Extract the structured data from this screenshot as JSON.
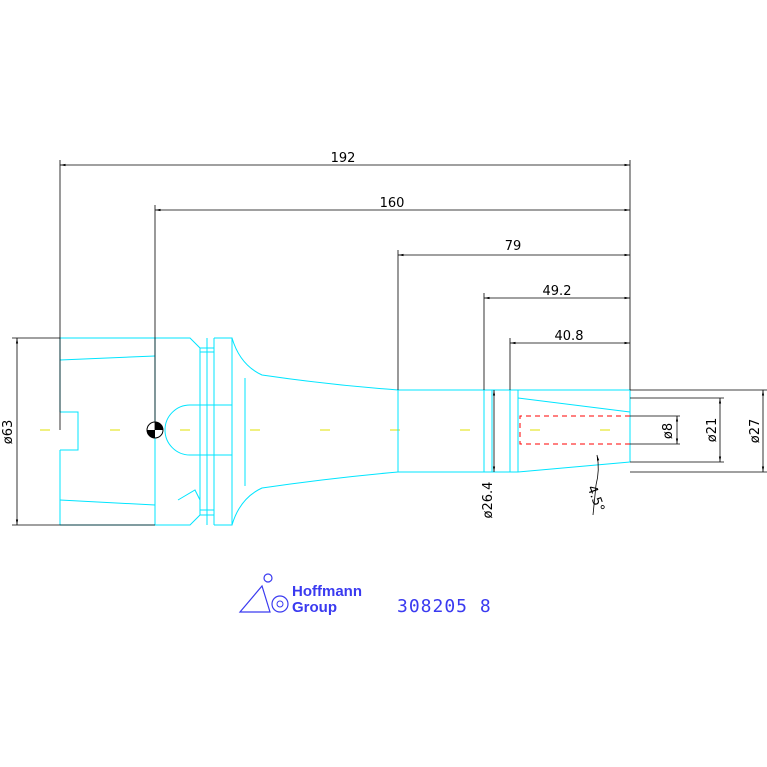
{
  "dimensions": {
    "d192": "192",
    "d160": "160",
    "d79": "79",
    "d49_2": "49.2",
    "d40_8": "40.8",
    "dia63": "ø63",
    "dia26_4": "ø26.4",
    "dia8": "ø8",
    "dia21": "ø21",
    "dia27": "ø27",
    "angle": "4.5°"
  },
  "brand": {
    "line1": "Hoffmann",
    "line2": "Group"
  },
  "part_number": "308205 8",
  "colors": {
    "outline": "#00e5ff",
    "dimension": "#000000",
    "centerline": "#e0e000",
    "hidden": "#ff0000",
    "brand": "#3a3af0"
  }
}
